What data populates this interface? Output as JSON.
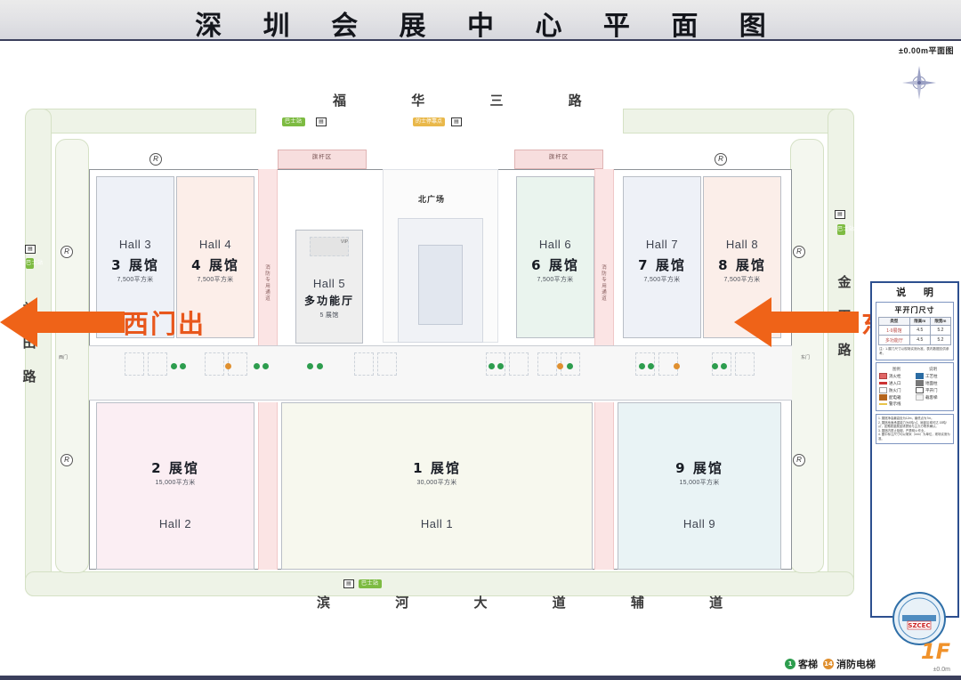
{
  "header": {
    "title": "深 圳 会 展 中 心 平 面 图",
    "subtitle": "±0.00m平面图"
  },
  "compass": {
    "name": "compass-rose"
  },
  "roads": {
    "north": "福 华 三 路",
    "south": "滨 河 大 道 辅 道",
    "west": "益田路",
    "east": "金田路"
  },
  "transit": {
    "bus_label": "巴士站",
    "taxi_label": "的士停靠点",
    "bus_icon": "bus-icon",
    "taxi_icon": "taxi-icon"
  },
  "plaza": {
    "north": "北广场"
  },
  "zones": {
    "flag_area": "旗杆区",
    "fire_corridor": "消防专用通道",
    "vip": "VIP",
    "west_gate_small": "西门",
    "east_gate_small": "东门"
  },
  "gates": {
    "west": {
      "label": "西门出",
      "arrow": "arrow-left",
      "color": "#e8571c"
    },
    "east": {
      "label": "东门进",
      "arrow": "arrow-left",
      "color": "#e8571c"
    }
  },
  "halls": [
    {
      "id": "hall1",
      "en": "Hall 1",
      "cn": "1 展馆",
      "area": "30,000平方米",
      "color": "#f7f8ee"
    },
    {
      "id": "hall2",
      "en": "Hall 2",
      "cn": "2 展馆",
      "area": "15,000平方米",
      "color": "#fbeef3"
    },
    {
      "id": "hall3",
      "en": "Hall 3",
      "cn": "3 展馆",
      "area": "7,500平方米",
      "color": "#eef1f7"
    },
    {
      "id": "hall4",
      "en": "Hall 4",
      "cn": "4 展馆",
      "area": "7,500平方米",
      "color": "#fceee9"
    },
    {
      "id": "hall5",
      "en": "Hall 5",
      "cn": "多功能厅",
      "area": "5 展馆",
      "color": "#eeeeee"
    },
    {
      "id": "hall6",
      "en": "Hall 6",
      "cn": "6 展馆",
      "area": "7,500平方米",
      "color": "#eaf4ee"
    },
    {
      "id": "hall7",
      "en": "Hall 7",
      "cn": "7 展馆",
      "area": "7,500平方米",
      "color": "#eef1f7"
    },
    {
      "id": "hall8",
      "en": "Hall 8",
      "cn": "8 展馆",
      "area": "7,500平方米",
      "color": "#fbeee9"
    },
    {
      "id": "hall9",
      "en": "Hall 9",
      "cn": "9 展馆",
      "area": "15,000平方米",
      "color": "#e9f3f5"
    }
  ],
  "ring_marker": "R",
  "legend": {
    "title": "说 明",
    "door_table": {
      "caption": "平开门尺寸",
      "headers": [
        "类型",
        "限高m",
        "限宽m"
      ],
      "rows": [
        {
          "type": "1-9展馆",
          "h": "4.5",
          "w": "5.2"
        },
        {
          "type": "多功能厅",
          "h": "4.5",
          "w": "5.2"
        }
      ],
      "footnote": "注：1.展门尺寸以现场实测为准，表内数据仅供参考。"
    },
    "symbols": {
      "col_headers": [
        "图例",
        "说明"
      ],
      "left": [
        {
          "icon": "fire-hydrant-icon",
          "label": "消火栓",
          "color": "#e06666"
        },
        {
          "icon": "entrance-icon",
          "label": "进入口",
          "color": "#cc3333"
        },
        {
          "icon": "fire-door-icon",
          "label": "防火门",
          "color": "#9a9a9a"
        },
        {
          "icon": "distribution-box-icon",
          "label": "配电箱",
          "color": "#b5651d"
        },
        {
          "icon": "alarm-line-icon",
          "label": "警示线",
          "color": "#e8c44a"
        }
      ],
      "right": [
        {
          "icon": "工艺柱-icon",
          "label": "工艺柱",
          "color": "#2b6ca3"
        },
        {
          "icon": "column-icon",
          "label": "地面柱",
          "color": "#777777"
        },
        {
          "icon": "swing-door-icon",
          "label": "平开门",
          "color": "#555555"
        },
        {
          "icon": "passenger-box-icon",
          "label": "载客梯",
          "color": "#cccccc"
        }
      ]
    },
    "notes": [
      "1. 展馆净高最高处为12m，最低点为7m。",
      "2. 展馆地面承重能力为5吨/㎡，局部区域可达 15吨/㎡，如需超重展品请提前与主办方联系确认。",
      "3. 展馆内禁止吸烟，严禁明火作业。",
      "4. 图中标注尺寸均以毫米（mm）为单位，现场实测为准。"
    ]
  },
  "bottom_legend": [
    {
      "badge": "1",
      "label": "客梯",
      "color": "#2d9d4e",
      "icon": "passenger-elevator-icon"
    },
    {
      "badge": "14",
      "label": "消防电梯",
      "color": "#e09030",
      "icon": "fire-elevator-icon"
    }
  ],
  "floor": {
    "tag": "1F",
    "elevation": "±0.0m"
  },
  "logo": {
    "text": "SZCEC",
    "name": "szcec-logo"
  }
}
